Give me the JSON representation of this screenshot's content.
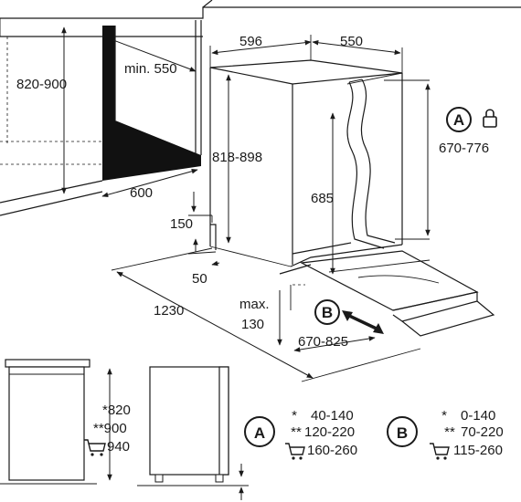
{
  "labels": {
    "d820_900": "820-900",
    "min550": "min. 550",
    "d596": "596",
    "d550": "550",
    "d818_898": "818-898",
    "d670_776": "670-776",
    "d685": "685",
    "d600": "600",
    "d150": "150",
    "d50": "50",
    "d1230": "1230",
    "max": "max.",
    "d130": "130",
    "d670_825": "670-825"
  },
  "badges": {
    "a": "A",
    "b": "B"
  },
  "heights": {
    "h1": "*820",
    "h2": "**900",
    "h3": "940"
  },
  "table_a": {
    "rows": [
      {
        "mark": "*",
        "value": "40-140"
      },
      {
        "mark": "**",
        "value": "120-220"
      },
      {
        "mark": "",
        "value": "160-260"
      }
    ]
  },
  "table_b": {
    "rows": [
      {
        "mark": "*",
        "value": "0-140"
      },
      {
        "mark": "**",
        "value": "70-220"
      },
      {
        "mark": "",
        "value": "115-260"
      }
    ]
  }
}
